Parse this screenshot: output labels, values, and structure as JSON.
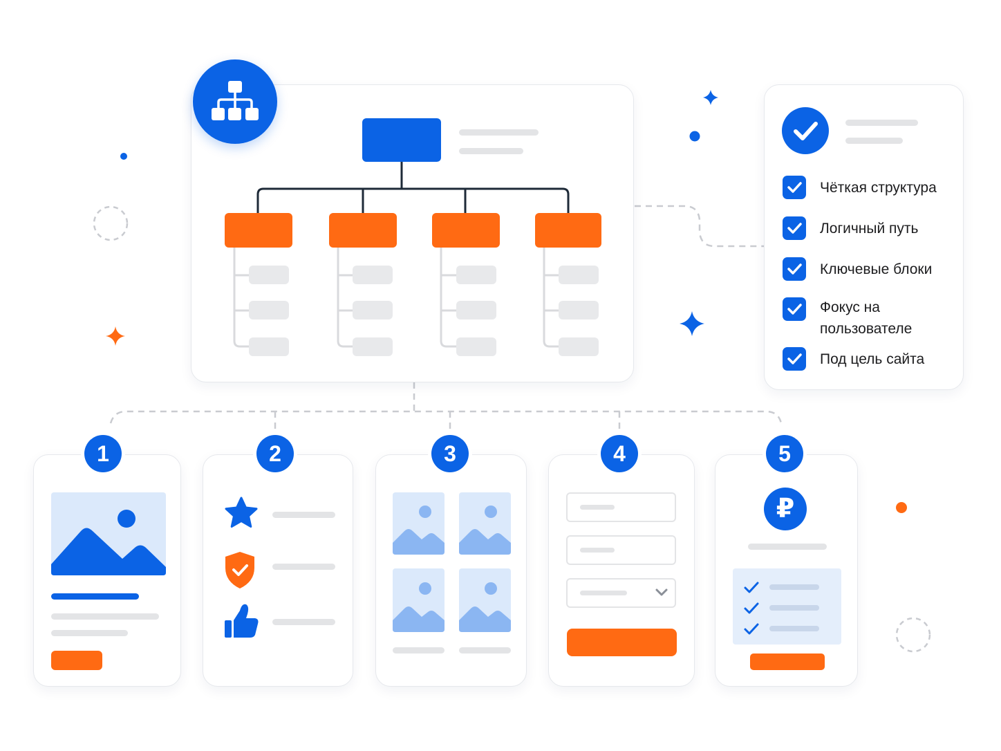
{
  "checklist": {
    "items": [
      "Чёткая структура",
      "Логичный путь",
      "Ключевые блоки",
      "Фокус на пользователе",
      "Под цель сайта"
    ]
  },
  "steps": [
    "1",
    "2",
    "3",
    "4",
    "5"
  ],
  "currency_symbol": "₽",
  "icons": [
    "sitemap-icon",
    "check-circle-icon",
    "checkbox-icon",
    "image-icon",
    "star-icon",
    "shield-check-icon",
    "thumbs-up-icon",
    "chevron-down-icon",
    "ruble-icon",
    "sparkle-icon"
  ],
  "colors": {
    "primary_blue": "#0b63e5",
    "accent_orange": "#ff6a13",
    "light_blue": "#dbe9fb",
    "mid_blue": "#8bb6f2",
    "line_gray": "#e3e4e6",
    "line_dark": "#1e2a38"
  }
}
